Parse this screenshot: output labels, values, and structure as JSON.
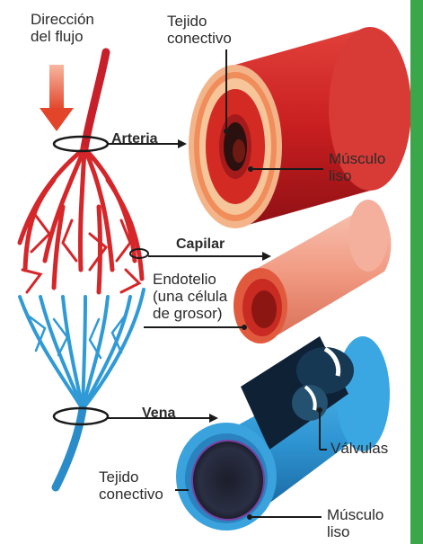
{
  "labels": {
    "flow_direction": "Dirección\ndel flujo",
    "artery": "Arteria",
    "capillary": "Capilar",
    "vein": "Vena",
    "artery_connective": "Tejido\nconectivo",
    "artery_muscle": "Músculo\nliso",
    "endothelium": "Endotelio\n(una célula\nde grosor)",
    "valves": "Válvulas",
    "vein_connective": "Tejido\nconectivo",
    "vein_muscle": "Músculo\nliso"
  },
  "colors": {
    "artery_red": "#d5262a",
    "vein_blue": "#2f9ad6",
    "capillary_pink": "#f08a78",
    "arrow_orange": "#e8562a",
    "accent_green": "#3aa84a"
  }
}
